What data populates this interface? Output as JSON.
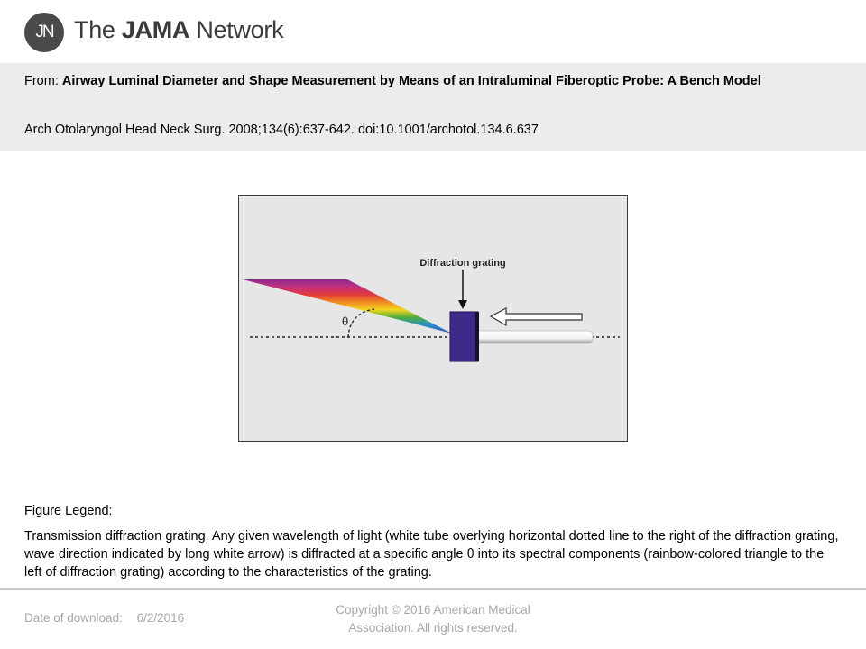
{
  "header": {
    "logo_initials": "JN",
    "brand_prefix": "The",
    "brand_bold": "JAMA",
    "brand_suffix": "Network"
  },
  "article": {
    "from_label": "From:",
    "title": "Airway Luminal Diameter and Shape Measurement  by Means of an Intraluminal Fiberoptic Probe:  A Bench  Model",
    "citation": "Arch Otolaryngol Head Neck Surg. 2008;134(6):637-642. doi:10.1001/archotol.134.6.637"
  },
  "figure": {
    "grating_label": "Diffraction grating",
    "angle_symbol": "θ",
    "colors": {
      "background": "#e6e6e6",
      "grating": "#3f2a8c",
      "arrow_fill": "#ffffff",
      "spectrum": [
        "#8b2a8c",
        "#c2307f",
        "#e23a3a",
        "#f08a22",
        "#f4d51f",
        "#4fae3a",
        "#2c8fc9",
        "#3a4bb0"
      ]
    }
  },
  "legend": {
    "heading": "Figure Legend:",
    "text": "Transmission diffraction grating. Any given wavelength of light (white tube overlying horizontal dotted line to the right of the diffraction grating, wave direction indicated by long white arrow) is diffracted at a specific angle θ into its spectral components (rainbow-colored triangle to the left of diffraction grating) according to the characteristics of the grating."
  },
  "footer": {
    "download_label": "Date of download:",
    "download_date": "6/2/2016",
    "copyright": "Copyright © 2016 American Medical Association. All rights reserved."
  }
}
